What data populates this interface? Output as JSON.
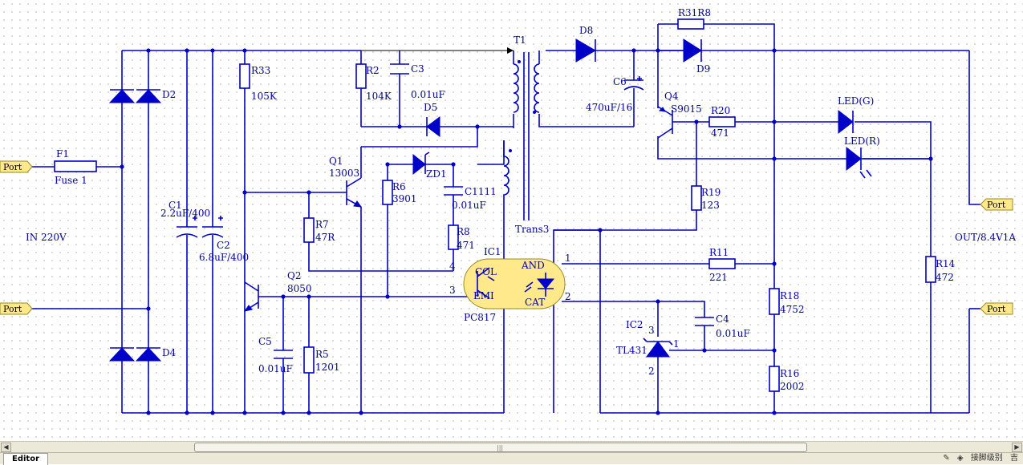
{
  "editor_tab": "Editor",
  "status_items": [
    "✎",
    "◈",
    "接脚级别",
    "吉"
  ],
  "ports": {
    "p1": "Port",
    "p2": "Port",
    "p3": "Port",
    "p4": "Port"
  },
  "labels": {
    "F1": "F1",
    "F1v": "Fuse 1",
    "in": "IN 220V",
    "out": "OUT/8.4V1A",
    "D2": "D2",
    "D4": "D4",
    "C1": "C1",
    "C1v": "2.2uF/400",
    "C2": "C2",
    "C2v": "6.8uF/400",
    "R33": "R33",
    "R33v": "105K",
    "R2": "R2",
    "R2v": "104K",
    "C3": "C3",
    "C3v": "0.01uF",
    "D5": "D5",
    "T1": "T1",
    "T3": "Trans3",
    "Q1": "Q1",
    "Q1v": "13003",
    "R6": "R6",
    "R6v": "3901",
    "ZD1": "ZD1",
    "C11": "C1111",
    "C11v": "0.01uF",
    "R8": "R8",
    "R8v": "471",
    "R7": "R7",
    "R7v": "47R",
    "Q2": "Q2",
    "Q2v": "8050",
    "C5": "C5",
    "C5v": "0.01uF",
    "R5": "R5",
    "R5v": "1201",
    "IC1": "IC1",
    "IC1v": "PC817",
    "COL": "COL",
    "EMI": "EMI",
    "AND": "AND",
    "CAT": "CAT",
    "pin1": "1",
    "pin2": "2",
    "pin3": "3",
    "pin4": "4",
    "D8": "D8",
    "D9": "D9",
    "R31": "R31R8",
    "C6": "C6",
    "C6v": "470uF/16",
    "Q4": "Q4",
    "Q4v": "S9015",
    "R20": "R20",
    "R20v": "471",
    "LEDG": "LED(G)",
    "LEDR": "LED(R)",
    "R19": "R19",
    "R19v": "123",
    "R11": "R11",
    "R11v": "221",
    "R18": "R18",
    "R18v": "4752",
    "R16": "R16",
    "R16v": "2002",
    "R14": "R14",
    "R14v": "472",
    "IC2": "IC2",
    "IC2v": "TL431",
    "ic2p1": "1",
    "ic2p2": "2",
    "ic2p3": "3",
    "C4": "C4",
    "C4v": "0.01uF"
  }
}
